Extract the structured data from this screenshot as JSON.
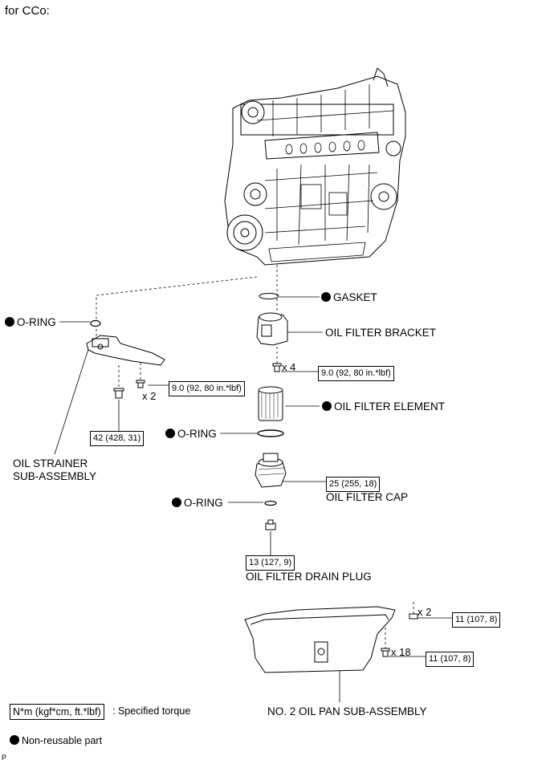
{
  "header": {
    "title": "for CCo:"
  },
  "labels": {
    "gasket": "GASKET",
    "oring_left": "O-RING",
    "oil_filter_bracket": "OIL FILTER BRACKET",
    "oil_filter_element": "OIL FILTER ELEMENT",
    "oring_mid": "O-RING",
    "oring_low": "O-RING",
    "oil_filter_cap": "OIL FILTER CAP",
    "oil_strainer_l1": "OIL STRAINER",
    "oil_strainer_l2": "SUB-ASSEMBLY",
    "oil_filter_drain_plug": "OIL FILTER DRAIN PLUG",
    "oil_pan": "NO. 2 OIL PAN SUB-ASSEMBLY"
  },
  "torques": {
    "bracket_bolts": "9.0 (92, 80 in.*lbf)",
    "strainer_bolts": "9.0 (92, 80 in.*lbf)",
    "strainer_stud": "42 (428, 31)",
    "filter_cap": "25 (255, 18)",
    "drain_plug": "13 (127, 9)",
    "pan_nuts": "11 (107, 8)",
    "pan_bolts": "11 (107, 8)"
  },
  "quantities": {
    "bracket_bolts": "x 4",
    "strainer_bolts": "x 2",
    "pan_nuts": "x 2",
    "pan_bolts": "x 18"
  },
  "legend": {
    "torque_unit": "N*m (kgf*cm, ft.*lbf)",
    "torque_desc": ": Specified torque",
    "non_reusable": "Non-reusable part"
  },
  "footer": {
    "code": "P"
  },
  "icons": {
    "non_reusable_marker": "filled-circle-icon"
  }
}
